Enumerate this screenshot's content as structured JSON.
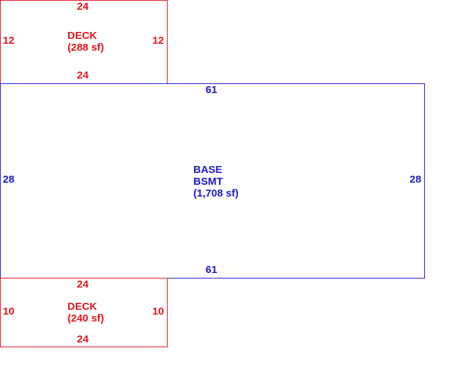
{
  "colors": {
    "deck": "#e0141c",
    "base": "#1c18c8"
  },
  "areas": {
    "deck_top": {
      "name": "DECK",
      "area": "(288 sf)",
      "dims": {
        "top": "24",
        "bottom": "24",
        "left": "12",
        "right": "12"
      }
    },
    "basement": {
      "name": "BASE",
      "type": "BSMT",
      "area": "(1,708 sf)",
      "dims": {
        "top": "61",
        "bottom": "61",
        "left": "28",
        "right": "28"
      }
    },
    "deck_bottom": {
      "name": "DECK",
      "area": "(240 sf)",
      "dims": {
        "top": "24",
        "bottom": "24",
        "left": "10",
        "right": "10"
      }
    }
  }
}
